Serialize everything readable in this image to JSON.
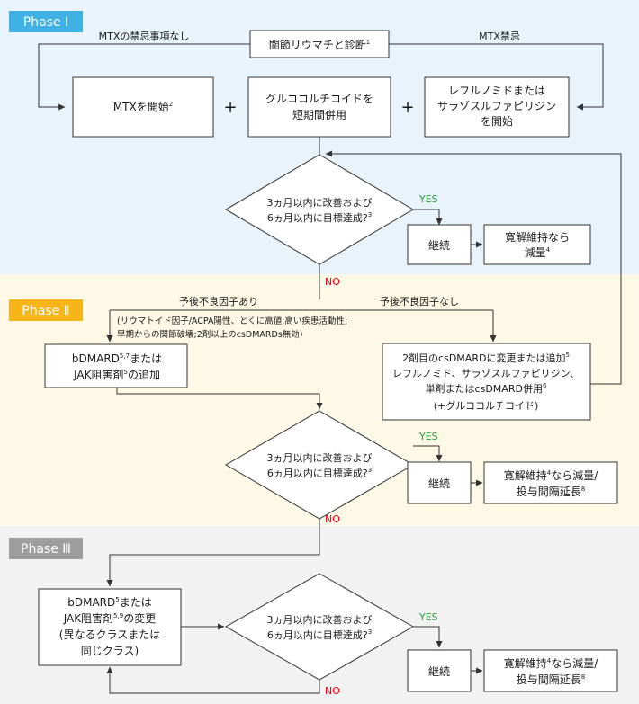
{
  "colors": {
    "phase1_bg": "#e8f3fb",
    "phase2_bg": "#fef9e6",
    "phase3_bg": "#f2f2f2",
    "phase1_tab": "#3fb1e5",
    "phase2_tab": "#f6b619",
    "phase3_tab": "#9e9e9e",
    "yes": "#2a9d3a",
    "no": "#e60012"
  },
  "phase1": {
    "tab": "Phase Ⅰ",
    "no_contraindication": "MTXの禁忌事項なし",
    "contraindication": "MTX禁忌",
    "diagnosis": "関節リウマチと診断",
    "diagnosis_sup": "1",
    "start_mtx": "MTXを開始",
    "start_mtx_sup": "2",
    "gc_line1": "グルココルチコイドを",
    "gc_line2": "短期間併用",
    "alt_line1": "レフルノミドまたは",
    "alt_line2": "サラゾスルファピリジン",
    "alt_line3": "を開始",
    "plus": "+",
    "decision_line1": "3ヵ月以内に改善および",
    "decision_line2": "6ヵ月以内に目標達成?",
    "decision_sup": "3",
    "yes": "YES",
    "no": "NO",
    "continue": "継続",
    "taper_line1": "寛解維持なら",
    "taper_line2": "減量",
    "taper_sup": "4"
  },
  "phase2": {
    "tab": "Phase Ⅱ",
    "poor_prognosis": "予後不良因子あり",
    "no_poor_prognosis": "予後不良因子なし",
    "factors_line1": "(リウマトイド因子/ACPA陽性、とくに高値;高い疾患活動性;",
    "factors_line2": "早期からの関節破壊;2剤以上のcsDMARDs無効)",
    "bdmard_line1_a": "bDMARD",
    "bdmard_line1_sup": "5,7",
    "bdmard_line1_b": "または",
    "bdmard_line2_a": "JAK阻害剤",
    "bdmard_line2_sup": "5",
    "bdmard_line2_b": "の追加",
    "csd_line1": "2剤目のcsDMARDに変更または追加",
    "csd_line1_sup": "5",
    "csd_line2": "レフルノミド、サラゾスルファピリジン、",
    "csd_line3": "単剤またはcsDMARD併用",
    "csd_line3_sup": "6",
    "csd_line4": "(+グルココルチコイド)",
    "decision_line1": "3ヵ月以内に改善および",
    "decision_line2": "6ヵ月以内に目標達成?",
    "decision_sup": "3",
    "yes": "YES",
    "no": "NO",
    "continue": "継続",
    "taper_line1_a": "寛解維持",
    "taper_line1_sup": "4",
    "taper_line1_b": "なら減量/",
    "taper_line2": "投与間隔延長",
    "taper_line2_sup": "8"
  },
  "phase3": {
    "tab": "Phase Ⅲ",
    "change_line1_a": "bDMARD",
    "change_line1_sup": "5",
    "change_line1_b": "または",
    "change_line2_a": "JAK阻害剤",
    "change_line2_sup": "5,9",
    "change_line2_b": "の変更",
    "change_line3": "(異なるクラスまたは",
    "change_line4": "同じクラス)",
    "decision_line1": "3ヵ月以内に改善および",
    "decision_line2": "6ヵ月以内に目標達成?",
    "decision_sup": "3",
    "yes": "YES",
    "no": "NO",
    "continue": "継続",
    "taper_line1_a": "寛解維持",
    "taper_line1_sup": "4",
    "taper_line1_b": "なら減量/",
    "taper_line2": "投与間隔延長",
    "taper_line2_sup": "8"
  }
}
